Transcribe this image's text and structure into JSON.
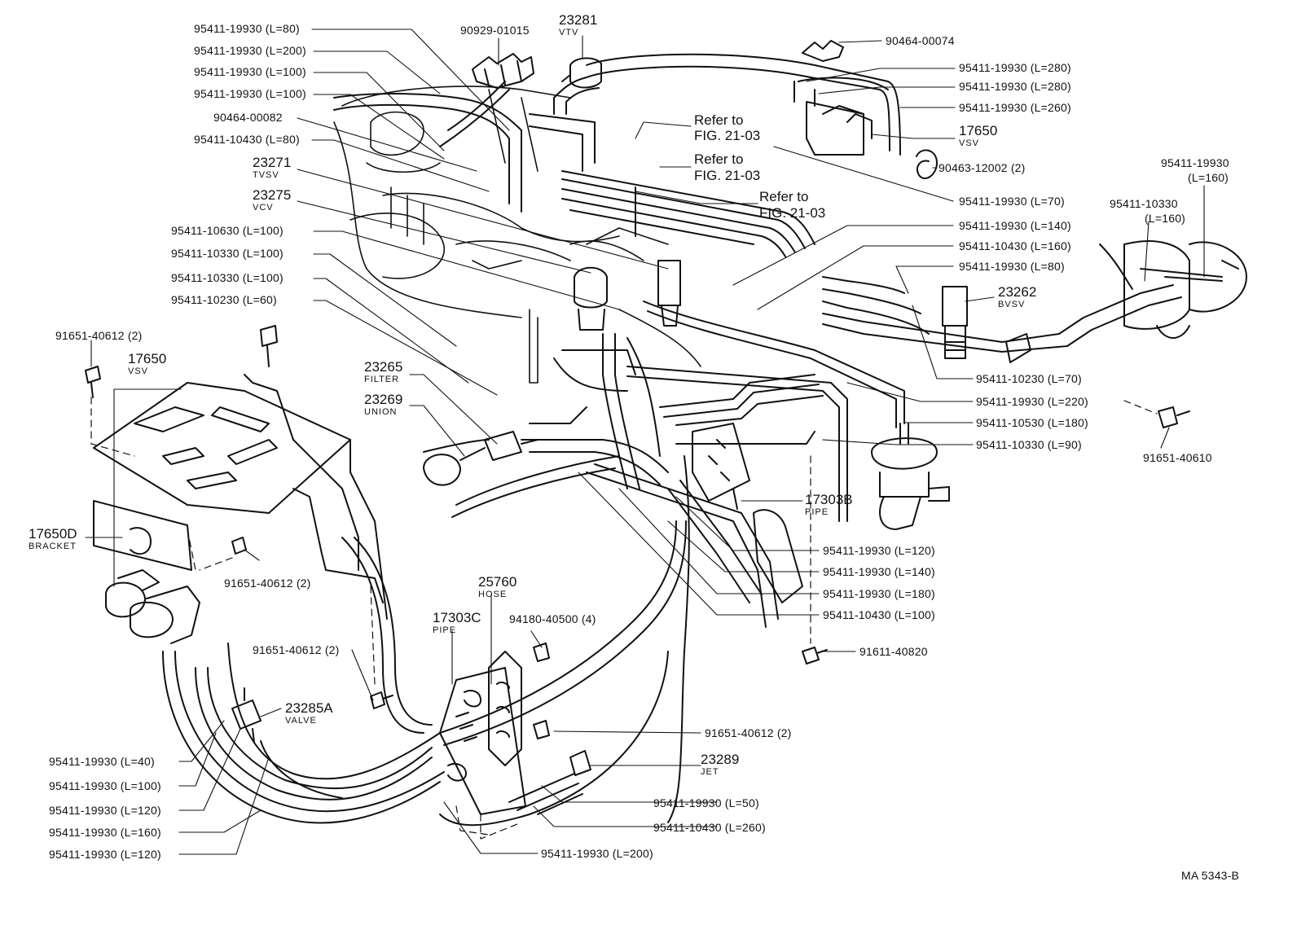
{
  "diagram_code": "MA 5343-B",
  "labels": {
    "c1": "95411-19930 (L=80)",
    "c2": "95411-19930 (L=200)",
    "c3": "95411-19930 (L=100)",
    "c4": "95411-19930 (L=100)",
    "c5": "90464-00082",
    "c6": "95411-10430 (L=80)",
    "c7_num": "23271",
    "c7_sub": "TVSV",
    "c8_num": "23275",
    "c8_sub": "VCV",
    "c9": "95411-10630 (L=100)",
    "c10": "95411-10330 (L=100)",
    "c11": "95411-10330 (L=100)",
    "c12": "95411-10230 (L=60)",
    "top_clip": "90929-01015",
    "top_vtv_num": "23281",
    "top_vtv_sub": "VTV",
    "ref1a": "Refer to",
    "ref1b": "FIG. 21-03",
    "ref2a": "Refer to",
    "ref2b": "FIG. 21-03",
    "ref3a": "Refer to",
    "ref3b": "FIG. 21-03",
    "r1": "90464-00074",
    "r2": "95411-19930 (L=280)",
    "r3": "95411-19930 (L=280)",
    "r4": "95411-19930 (L=260)",
    "r5_num": "17650",
    "r5_sub": "VSV",
    "r6": "90463-12002 (2)",
    "r7": "95411-19930 (L=70)",
    "r8": "95411-19930 (L=140)",
    "r9": "95411-10430 (L=160)",
    "r10": "95411-19930 (L=80)",
    "r11_num": "23262",
    "r11_sub": "BVSV",
    "r12": "95411-10230 (L=70)",
    "r13": "95411-19930 (L=220)",
    "r14": "95411-10530 (L=180)",
    "r15": "95411-10330 (L=90)",
    "fr1a": "95411-19930",
    "fr1b": "(L=160)",
    "fr2a": "95411-10330",
    "fr2b": "(L=160)",
    "fr3": "91651-40610",
    "l1": "91651-40612 (2)",
    "l2_num": "17650",
    "l2_sub": "VSV",
    "l3_num": "23265",
    "l3_sub": "FILTER",
    "l4_num": "23269",
    "l4_sub": "UNION",
    "l5_num": "17650D",
    "l5_sub": "BRACKET",
    "l6": "91651-40612 (2)",
    "l7": "91651-40612 (2)",
    "l8_num": "23285A",
    "l8_sub": "VALVE",
    "m1_num": "17303B",
    "m1_sub": "PIPE",
    "m2": "95411-19930 (L=120)",
    "m3": "95411-19930 (L=140)",
    "m4": "95411-19930 (L=180)",
    "m5": "95411-10430 (L=100)",
    "m6": "91611-40820",
    "b1_num": "25760",
    "b1_sub": "HOSE",
    "b2_num": "17303C",
    "b2_sub": "PIPE",
    "b3": "94180-40500 (4)",
    "b4": "91651-40612 (2)",
    "b5_num": "23289",
    "b5_sub": "JET",
    "b6": "95411-19930 (L=50)",
    "b7": "95411-10430 (L=260)",
    "b8": "95411-19930 (L=200)",
    "bl1": "95411-19930 (L=40)",
    "bl2": "95411-19930 (L=100)",
    "bl3": "95411-19930 (L=120)",
    "bl4": "95411-19930 (L=160)",
    "bl5": "95411-19930 (L=120)"
  }
}
